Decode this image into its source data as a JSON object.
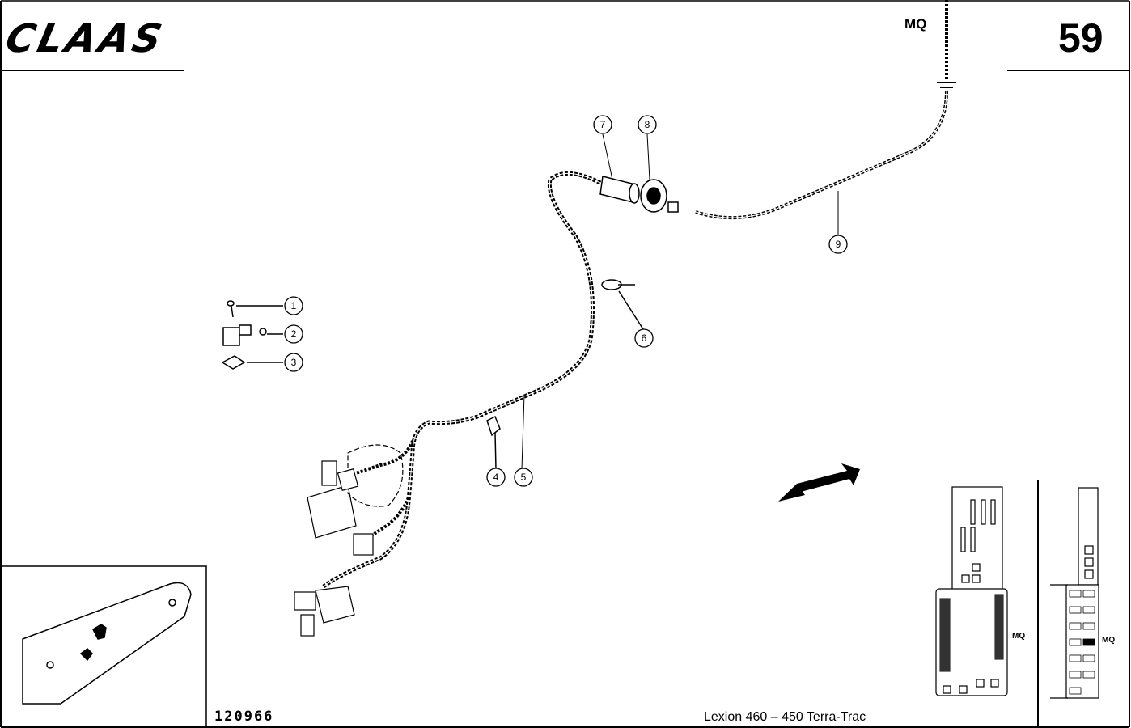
{
  "header": {
    "logo": "CLAAS",
    "group_code": "MQ",
    "page_number": "59"
  },
  "callouts": [
    "1",
    "2",
    "3",
    "4",
    "5",
    "6",
    "7",
    "8",
    "9"
  ],
  "footer": {
    "drawing_number": "120966",
    "model": "Lexion 460 – 450 Terra-Trac"
  },
  "location_views": {
    "left_label": "MQ",
    "right_label": "MQ"
  }
}
